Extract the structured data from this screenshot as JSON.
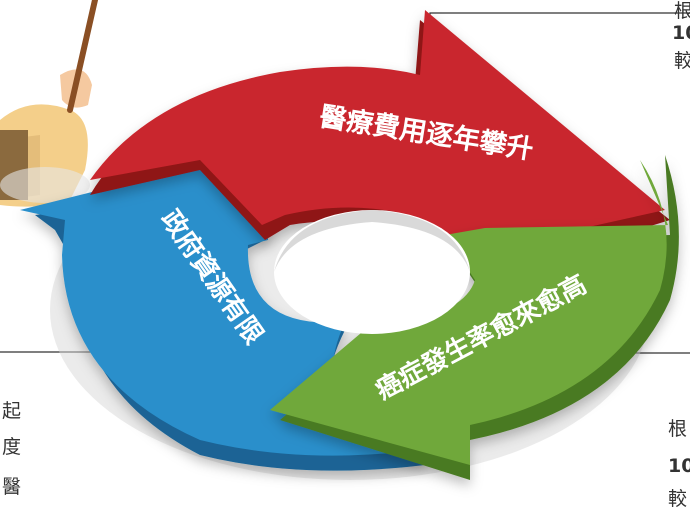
{
  "diagram": {
    "segments": [
      {
        "label": "醫療費用逐年攀升",
        "color": "#c9282d",
        "dark": "#8f1418"
      },
      {
        "label": "癌症發生率愈來愈高",
        "color": "#6fa83a",
        "dark": "#4a7a22"
      },
      {
        "label": "政府資源有限",
        "color": "#2a8fcb",
        "dark": "#1a6495"
      }
    ]
  },
  "side_text": {
    "top_right": [
      "根",
      "10",
      "較"
    ],
    "bottom_right": [
      "根",
      "10",
      "較"
    ],
    "bottom_left": [
      "起",
      "度",
      "醫"
    ]
  },
  "colors": {
    "leader_line": "#333333",
    "coat": "#f4cf8a",
    "pants": "#8b6a3e",
    "skin": "#f5c9a0",
    "pointer": "#8a4f24"
  }
}
